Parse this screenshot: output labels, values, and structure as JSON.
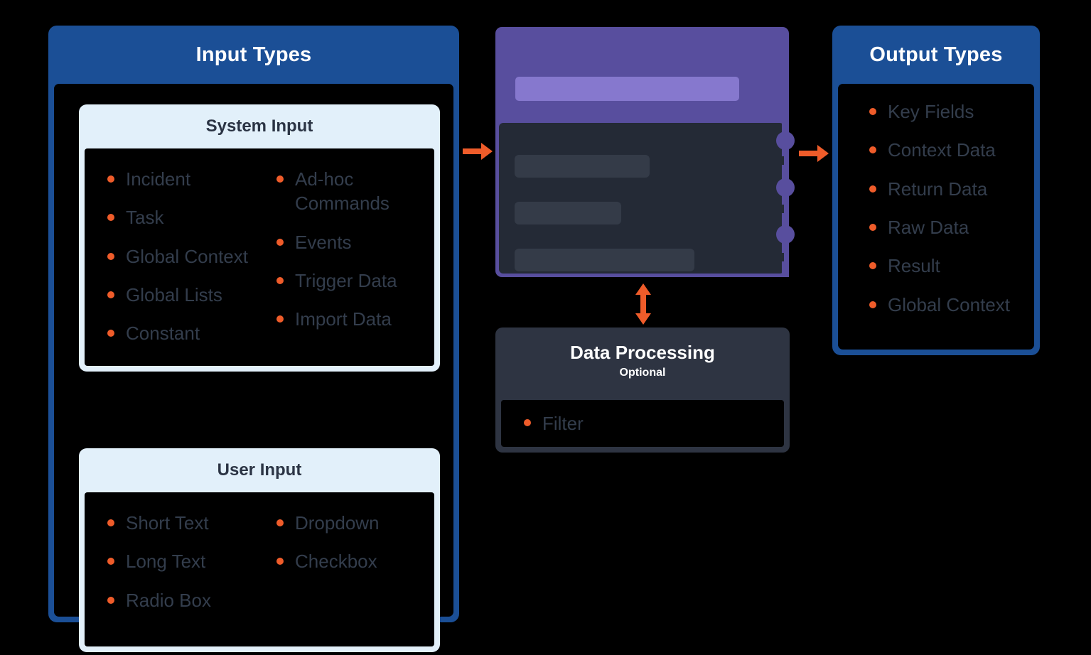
{
  "colors": {
    "brand_blue": "#1b4f96",
    "light_blue": "#e2f0fa",
    "orange": "#ef5c2a",
    "purple": "#584e9e",
    "purple_light": "#8678ce",
    "slate": "#2e3442",
    "text_gray": "#333d4c",
    "background": "#000000"
  },
  "input_panel": {
    "title": "Input Types",
    "cards": [
      {
        "title": "System Input",
        "column_a": [
          "Incident",
          "Task",
          "Global Context",
          "Global Lists",
          "Constant"
        ],
        "column_b": [
          "Ad-hoc Commands",
          "Events",
          "Trigger Data",
          "Import Data"
        ]
      },
      {
        "title": "User Input",
        "column_a": [
          "Short Text",
          "Long Text",
          "Radio Box"
        ],
        "column_b": [
          "Dropdown",
          "Checkbox"
        ]
      }
    ]
  },
  "processor": {
    "header_bar": "",
    "bars": [
      "",
      "",
      ""
    ],
    "nodes": [
      "",
      "",
      ""
    ]
  },
  "data_processing": {
    "title": "Data Processing",
    "subtitle": "Optional",
    "items": [
      "Filter"
    ]
  },
  "output_panel": {
    "title": "Output Types",
    "items": [
      "Key Fields",
      "Context Data",
      "Return Data",
      "Raw Data",
      "Result",
      "Global Context"
    ]
  },
  "arrows": {
    "input_to_processor": "arrow-right-icon",
    "processor_to_output": "arrow-right-icon",
    "processor_to_data_processing": "arrow-up-down-icon"
  }
}
